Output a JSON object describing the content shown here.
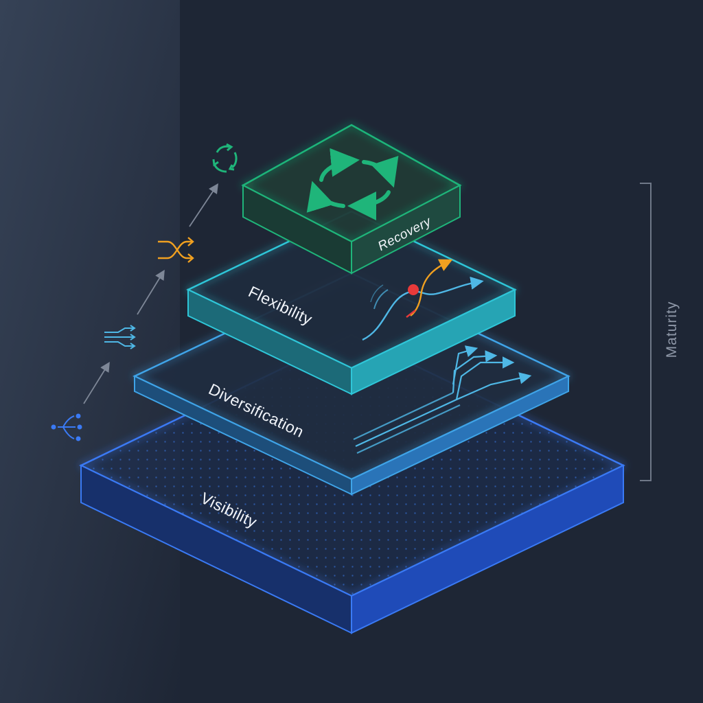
{
  "tiers": [
    {
      "label": "Visibility",
      "icon": "hierarchy-nodes-icon",
      "color": "#3a7af5"
    },
    {
      "label": "Diversification",
      "icon": "parallel-arrows-icon",
      "color": "#3fa4e8"
    },
    {
      "label": "Flexibility",
      "icon": "shuffle-icon",
      "color": "#2fc6d8"
    },
    {
      "label": "Recovery",
      "icon": "cycle-arrows-icon",
      "color": "#1fb57a"
    }
  ],
  "axis": {
    "label": "Maturity"
  },
  "colors": {
    "background": "#1e2635",
    "accent_orange": "#f0a020",
    "alert_red": "#e83a3a",
    "axis_gray": "#8f98a8"
  }
}
